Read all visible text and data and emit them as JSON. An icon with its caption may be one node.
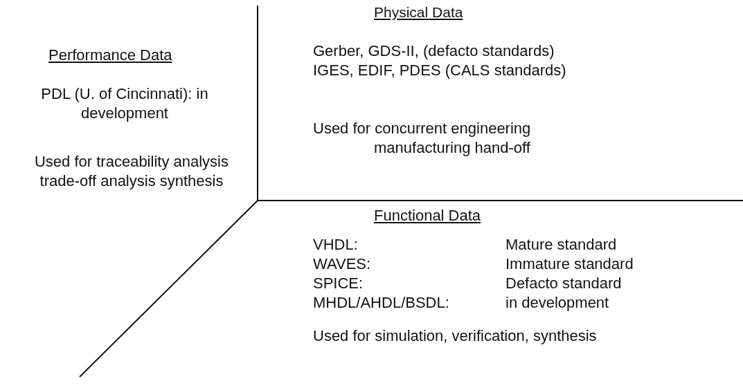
{
  "diagram": {
    "labels": [
      "Physical Data",
      "Performance Data",
      "Gerber, GDS-II, (defacto standards)",
      "IGES, EDIF, PDES (CALS standards)",
      "PDL (U. of Cincinnati): in development",
      "Used for concurrent engineering manufacturing hand-off",
      "Used for traceability analysis trade-off analysis synthesis",
      "Functional Data",
      "VHDL:",
      "Mature standard",
      "WAVES:",
      "Immature standard",
      "SPICE:",
      "Defacto standard",
      "MHDL/AHDL/BSDL:",
      "in development",
      "Used for simulation, verification, synthesis"
    ]
  }
}
